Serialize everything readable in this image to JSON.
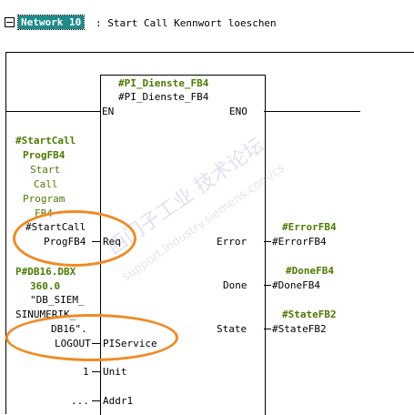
{
  "network": {
    "title": "Network 10",
    "separator": ":",
    "description": "Start Call Kennwort loeschen"
  },
  "block": {
    "name_top": "#PI_Dienste_FB4",
    "name": "#PI_Dienste_FB4",
    "en": "EN",
    "eno": "ENO"
  },
  "left_comment_1": [
    "#StartCall",
    "ProgFB4"
  ],
  "left_desc_1": [
    "Start",
    "Call",
    "Program",
    "FB4"
  ],
  "req": {
    "actual": [
      "#StartCall",
      "ProgFB4"
    ],
    "pin": "Req"
  },
  "left_comment_2": [
    "P#DB16.DBX",
    "360.0"
  ],
  "left_desc_2": [
    "\"DB_SIEM_",
    "SINUMERIK_"
  ],
  "piservice": {
    "actual": [
      "DB16\".",
      "LOGOUT"
    ],
    "pin": "PIService"
  },
  "unit": {
    "actual": "1",
    "pin": "Unit"
  },
  "addr1": {
    "actual": "...",
    "pin": "Addr1"
  },
  "outputs": [
    {
      "comment": "#ErrorFB4",
      "pin": "Error",
      "actual": "#ErrorFB4"
    },
    {
      "comment": "#DoneFB4",
      "pin": "Done",
      "actual": "#DoneFB4"
    },
    {
      "comment": "#StateFB2",
      "pin": "State",
      "actual": "#StateFB2"
    }
  ],
  "watermark": {
    "line1": "西门子工业 技术论坛",
    "line2": "support.industry.siemens.com/cs"
  },
  "colors": {
    "title_bg": "#1f8a8a",
    "comment": "#4e7a00",
    "annotation": "#f08a24"
  }
}
